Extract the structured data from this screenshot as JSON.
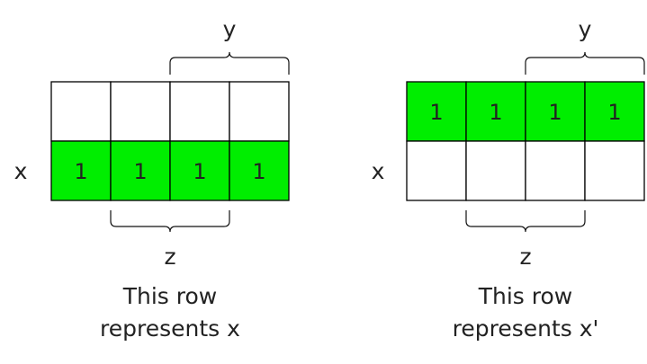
{
  "colors": {
    "filled": "#00ee00",
    "empty": "#ffffff",
    "stroke": "#000000",
    "text": "#222222"
  },
  "panels": [
    {
      "top_row": [
        "",
        "",
        "",
        ""
      ],
      "bottom_row": [
        "1",
        "1",
        "1",
        "1"
      ],
      "filled_row": "bottom",
      "row_label": "x",
      "top_brace_label": "y",
      "bottom_brace_label": "z",
      "caption_line1": "This row",
      "caption_line2": "represents x"
    },
    {
      "top_row": [
        "1",
        "1",
        "1",
        "1"
      ],
      "bottom_row": [
        "",
        "",
        "",
        ""
      ],
      "filled_row": "top",
      "row_label": "x",
      "top_brace_label": "y",
      "bottom_brace_label": "z",
      "caption_line1": "This row",
      "caption_line2": "represents x'"
    }
  ]
}
